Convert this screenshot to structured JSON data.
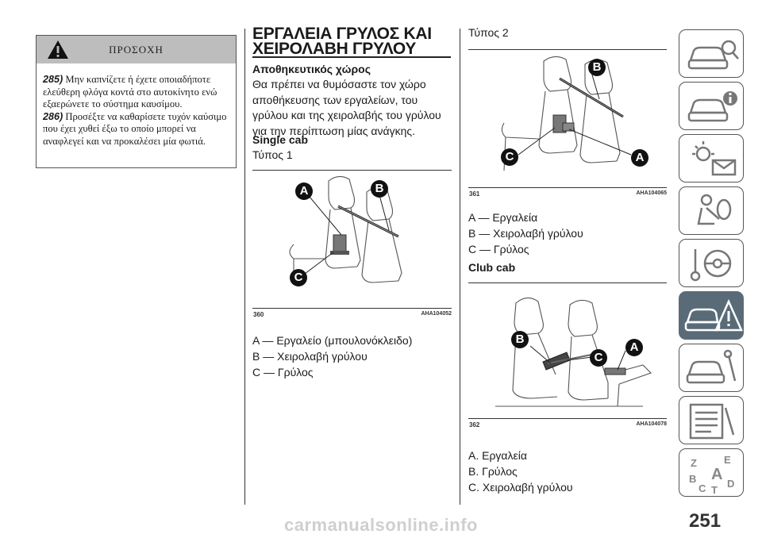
{
  "warning": {
    "title": "ΠΡΟΣΟΧΗ",
    "items": [
      {
        "num": "285)",
        "text": "Μην καπνίζετε ή έχετε οποιαδήποτε ελεύθερη φλόγα κοντά στο αυτοκίνητο ενώ εξαερώνετε το σύστημα καυσίμου."
      },
      {
        "num": "286)",
        "text": "Προσέξτε να καθαρίσετε τυχόν καύσιμο που έχει χυθεί έξω το οποίο μπορεί να αναφλεγεί και να προκαλέσει μία φωτιά."
      }
    ]
  },
  "section": {
    "title_line1": "ΕΡΓΑΛΕΙΑ ΓΡΥΛΟΣ ΚΑΙ",
    "title_line2": "ΧΕΙΡΟΛΑΒΗ ΓΡΥΛΟΥ",
    "subtitle": "Αποθηκευτικός χώρος",
    "para": [
      "Θα πρέπει να θυμόσαστε τον χώρο",
      "αποθήκευσης των εργαλείων, του",
      "γρύλου και της χειρολαβής του γρύλου",
      "για την περίπτωση μίας ανάγκης."
    ],
    "single_cab": "Single cab",
    "type1": "Τύπος 1",
    "type2": "Τύπος 2",
    "club_cab": "Club cab"
  },
  "figures": [
    {
      "num": "360",
      "code": "AHA104052",
      "callouts": [
        "A",
        "B",
        "C"
      ],
      "legend": [
        "A — Εργαλείο (μπουλονόκλειδο)",
        "B — Χειρολαβή γρύλου",
        "C — Γρύλος"
      ]
    },
    {
      "num": "361",
      "code": "AHA104065",
      "callouts": [
        "B",
        "C",
        "A"
      ],
      "legend": [
        "A — Εργαλεία",
        "B — Χειρολαβή γρύλου",
        "C — Γρύλος"
      ]
    },
    {
      "num": "362",
      "code": "AHA104078",
      "callouts": [
        "B",
        "C",
        "A"
      ],
      "legend": [
        "A. Εργαλεία",
        "B. Γρύλος",
        "C. Χειρολαβή γρύλου"
      ]
    }
  ],
  "tab_icons": [
    "car-search-icon",
    "car-info-icon",
    "warning-light-mail-icon",
    "airbag-person-icon",
    "key-steering-wheel-icon",
    "car-warning-triangle-icon",
    "car-wrench-icon",
    "list-document-icon",
    "alphabet-index-icon"
  ],
  "page_number": "251",
  "watermark": "carmanualsonline.info",
  "colors": {
    "active_tab": "#5a6b78",
    "warning_header": "#bdbdbd"
  }
}
